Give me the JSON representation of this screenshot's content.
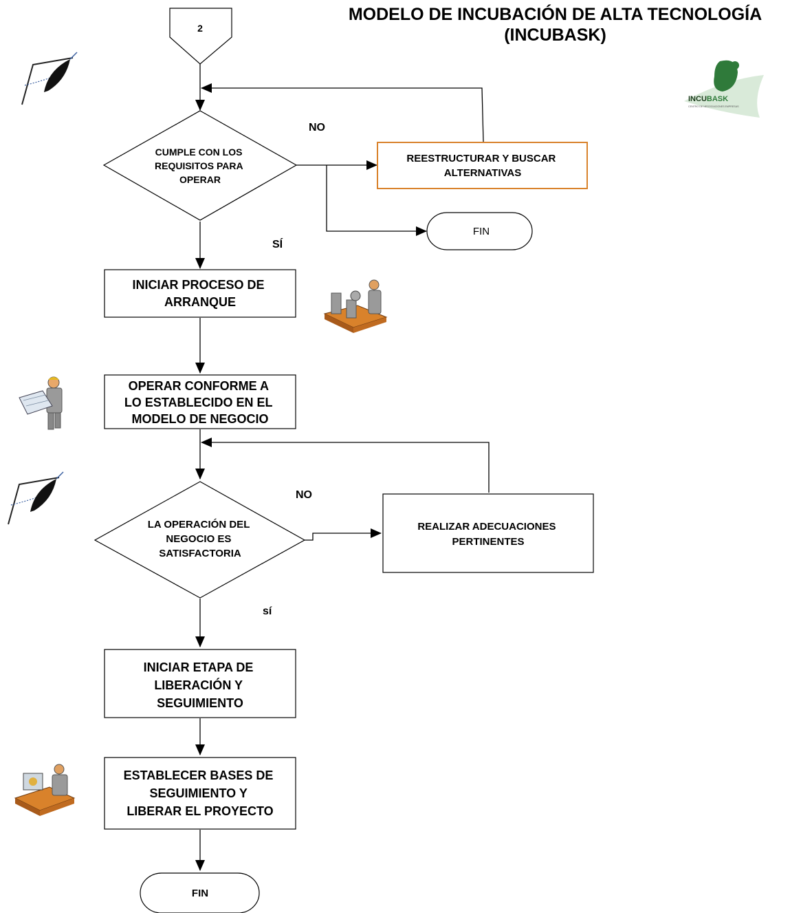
{
  "title": {
    "line1": "MODELO DE INCUBACIÓN DE ALTA TECNOLOGÍA",
    "line2": "(INCUBASK)"
  },
  "logo": {
    "text_a": "INCU",
    "text_b": "BASK",
    "tagline": "CENTRO DE NEGOCIACIONES EMPRESAS"
  },
  "connector": {
    "label": "2"
  },
  "decision1": {
    "lines": [
      "CUMPLE CON LOS",
      "REQUISITOS PARA",
      "OPERAR"
    ],
    "yes": "SÍ",
    "no": "NO"
  },
  "restructure": {
    "lines": [
      "REESTRUCTURAR Y BUSCAR",
      "ALTERNATIVAS"
    ]
  },
  "end1": {
    "label": "FIN"
  },
  "start_process": {
    "lines": [
      "INICIAR PROCESO DE",
      "ARRANQUE"
    ]
  },
  "operate": {
    "lines": [
      "OPERAR CONFORME A",
      "LO ESTABLECIDO EN EL",
      "MODELO DE NEGOCIO"
    ]
  },
  "decision2": {
    "lines": [
      "LA OPERACIÓN DEL",
      "NEGOCIO ES",
      "SATISFACTORIA"
    ],
    "yes": "sí",
    "no": "NO"
  },
  "adjust": {
    "lines": [
      "REALIZAR ADECUACIONES",
      "PERTINENTES"
    ]
  },
  "release": {
    "lines": [
      "INICIAR ETAPA DE",
      "LIBERACIÓN Y",
      "SEGUIMIENTO"
    ]
  },
  "followup": {
    "lines": [
      "ESTABLECER BASES DE",
      "SEGUIMIENTO Y",
      "LIBERAR EL PROYECTO"
    ]
  },
  "end2": {
    "label": "FIN"
  },
  "colors": {
    "line": "#000000",
    "accent_border": "#d9822b",
    "logo_green": "#2f7a3a"
  },
  "icons": [
    "pen-icon",
    "machine-operator-icon",
    "blueprint-worker-icon",
    "pen-icon",
    "desk-worker-icon",
    "incubask-logo"
  ]
}
